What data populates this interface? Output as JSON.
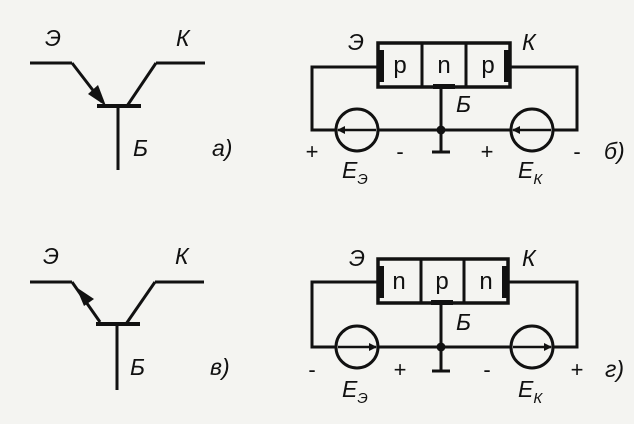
{
  "diagrams": {
    "a": {
      "emitter": "Э",
      "collector": "К",
      "base": "Б",
      "caption": "а)"
    },
    "b": {
      "emitter": "Э",
      "collector": "К",
      "base": "Б",
      "caption": "б)",
      "layers": [
        "p",
        "n",
        "p"
      ],
      "left_plus": "+",
      "left_minus": "-",
      "right_plus": "+",
      "right_minus": "-",
      "src_e_letter": "E",
      "src_e_sub": "Э",
      "src_k_letter": "E",
      "src_k_sub": "К"
    },
    "v": {
      "emitter": "Э",
      "collector": "К",
      "base": "Б",
      "caption": "в)"
    },
    "g": {
      "emitter": "Э",
      "collector": "К",
      "base": "Б",
      "caption": "г)",
      "layers": [
        "n",
        "p",
        "n"
      ],
      "left_minus": "-",
      "left_plus": "+",
      "right_minus": "-",
      "right_plus": "+",
      "src_e_letter": "E",
      "src_e_sub": "Э",
      "src_k_letter": "E",
      "src_k_sub": "К"
    }
  },
  "colors": {
    "ink": "#111111",
    "background": "#f4f4f1"
  }
}
